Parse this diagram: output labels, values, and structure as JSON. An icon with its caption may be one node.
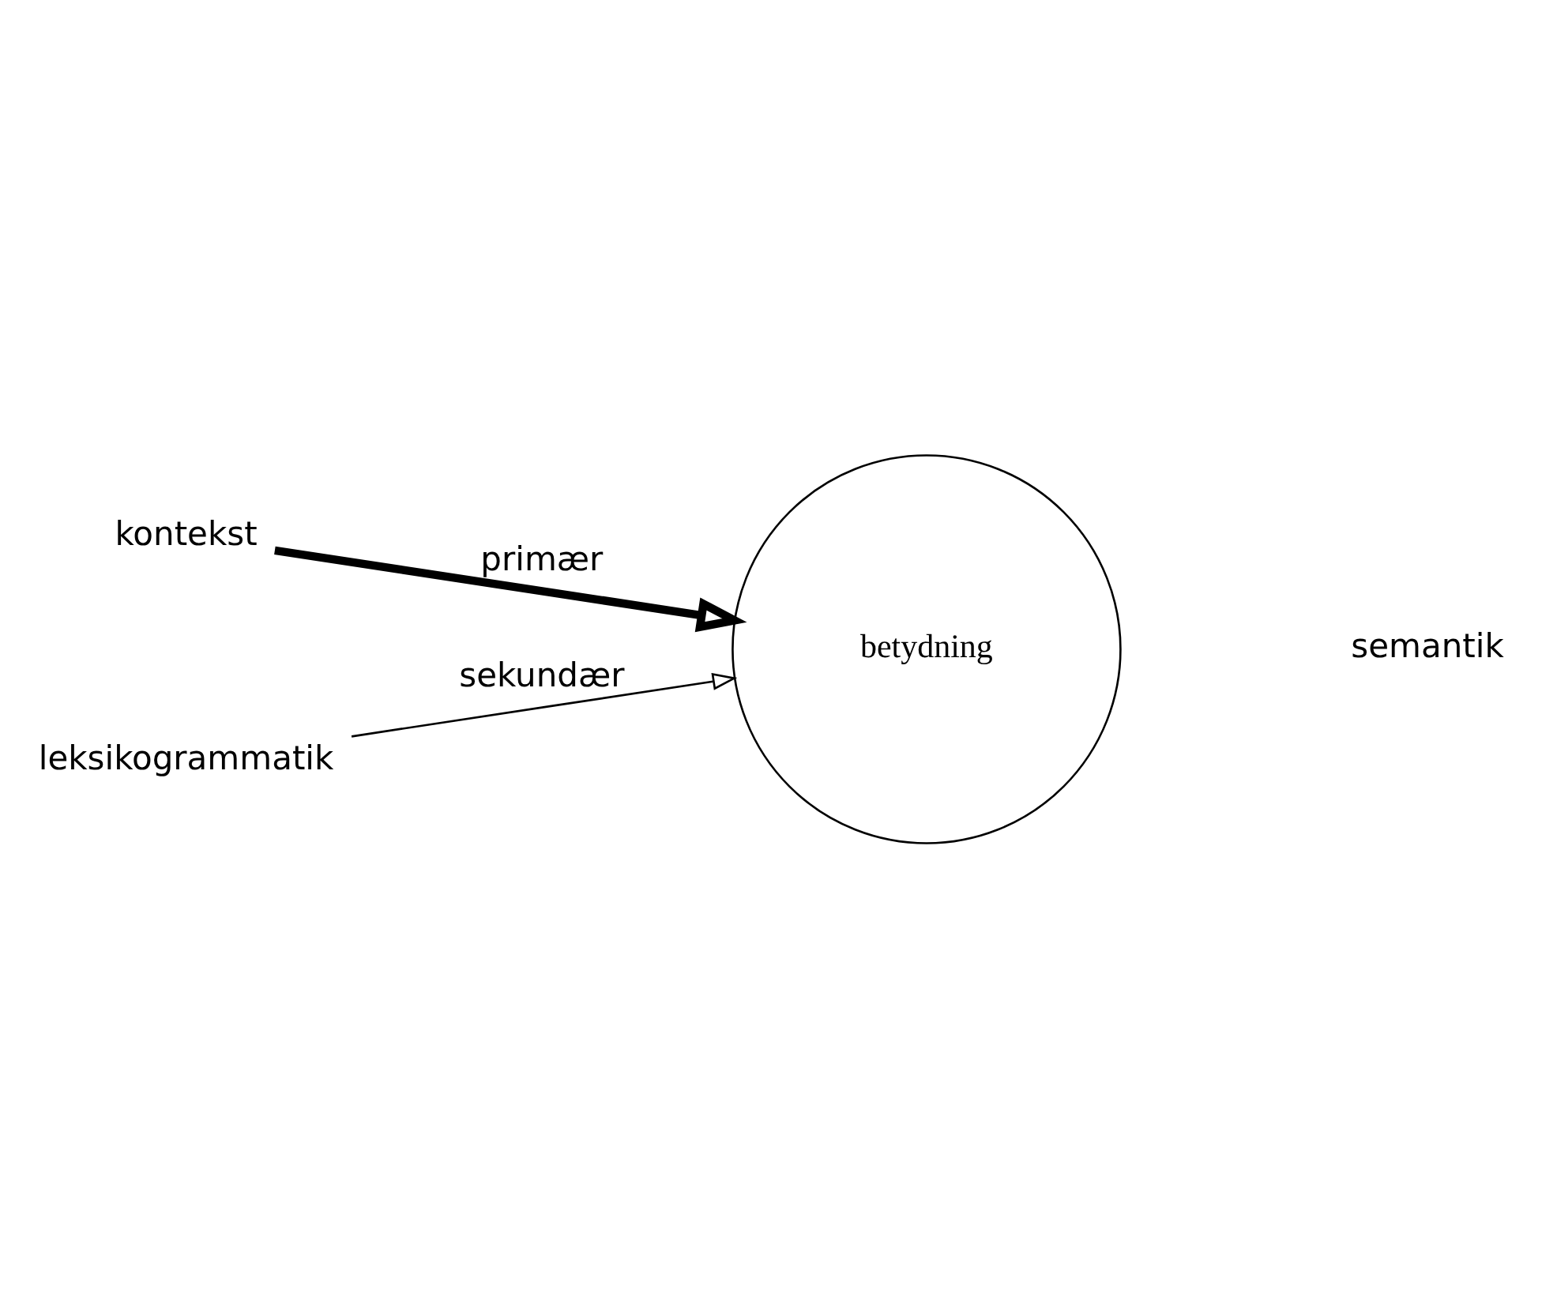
{
  "diagram": {
    "nodes": [
      {
        "text": [
          "kontekst"
        ]
      },
      {
        "text": [
          "betydning"
        ]
      },
      {
        "text": [
          "leksikogrammatik"
        ]
      }
    ],
    "edges": [
      {
        "from": 0,
        "to": 1,
        "arrow": "to",
        "label": "primær",
        "style": "thick"
      },
      {
        "from": 2,
        "to": 1,
        "arrow": "to",
        "label": "sekundær"
      }
    ],
    "labels": [
      "semantik"
    ]
  }
}
